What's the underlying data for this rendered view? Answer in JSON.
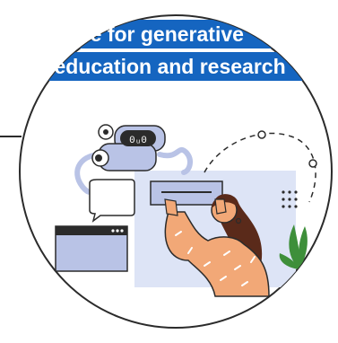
{
  "banner": {
    "line1": "ance for generative",
    "line2": "n education and research",
    "color": "#1565c0"
  },
  "palette": {
    "outline": "#2b2b2b",
    "robot": "#b9c3e6",
    "panel": "#dde4f6",
    "skin": "#f2a877",
    "hair": "#5a2a1a",
    "plant": "#3e8f3a"
  },
  "robot": {
    "face_text": "0ᵤ0"
  }
}
